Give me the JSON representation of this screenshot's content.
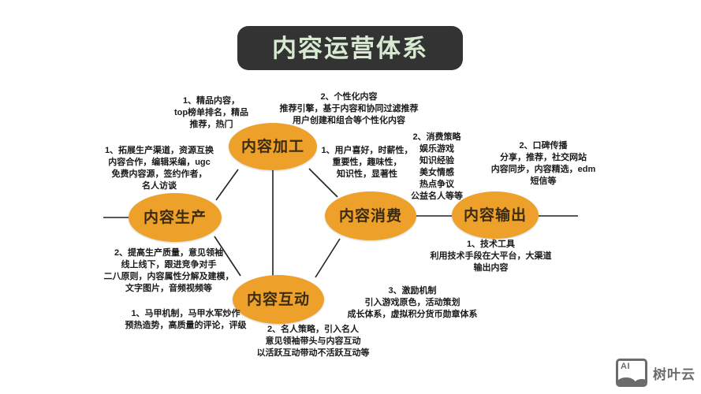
{
  "title": {
    "text": "内容运营体系"
  },
  "colors": {
    "node_fill": "#eda12a",
    "node_text": "#3d2b10",
    "title_bg": "#333333",
    "title_text": "#d9ead3",
    "edge": "#222222",
    "watermark": "#6b6b6b"
  },
  "nodes": [
    {
      "id": "production",
      "label": "内容生产"
    },
    {
      "id": "processing",
      "label": "内容加工"
    },
    {
      "id": "consumption",
      "label": "内容消费"
    },
    {
      "id": "output",
      "label": "内容输出"
    },
    {
      "id": "interaction",
      "label": "内容互动"
    }
  ],
  "notes": [
    {
      "id": "note-1",
      "owner": "processing",
      "text": "1、精品内容，\ntop榜单排名，精品\n推荐，热门"
    },
    {
      "id": "note-2",
      "owner": "processing",
      "text": "2、个性化内容\n推荐引擎，基于内容和协同过滤推荐\n用户创建和组合等个性化内容"
    },
    {
      "id": "note-3",
      "owner": "production",
      "text": "1、拓展生产渠道，资源互换\n内容合作，编辑采编，ugc\n免费内容源，签约作者，\n名人访谈"
    },
    {
      "id": "note-4",
      "owner": "consumption",
      "text": "1、用户喜好，时薪性，\n重要性，趣味性，\n知识性，显著性"
    },
    {
      "id": "note-5",
      "owner": "consumption",
      "text": "2、消费策略\n娱乐游戏\n知识经验\n美女情感\n热点争议\n公益名人等等"
    },
    {
      "id": "note-6",
      "owner": "output",
      "text": "2、口碑传播\n分享，推荐，社交网站\n内容同步，内容精选，edm\n短信等"
    },
    {
      "id": "note-7",
      "owner": "production",
      "text": "2、提高生产质量，意见领袖\n线上线下，跟进竞争对手\n二八原则，内容属性分解及建模，\n文字图片，音频视频等"
    },
    {
      "id": "note-8",
      "owner": "output",
      "text": "1、技术工具\n利用技术手段在大平台，大渠道\n输出内容"
    },
    {
      "id": "note-9",
      "owner": "interaction",
      "text": "3、激励机制\n引入游戏原色，活动策划\n成长体系，虚拟积分货币勋章体系"
    },
    {
      "id": "note-10",
      "owner": "interaction",
      "text": "1、马甲机制，马甲水军炒作\n预热造势，高质量的评论，评级"
    },
    {
      "id": "note-11",
      "owner": "interaction",
      "text": "2、名人策略，引入名人\n意见领袖带头与内容互动\n以活跃互动带动不活跃互动等"
    }
  ],
  "watermark": {
    "icon_label": "AI",
    "text": "树叶云"
  }
}
